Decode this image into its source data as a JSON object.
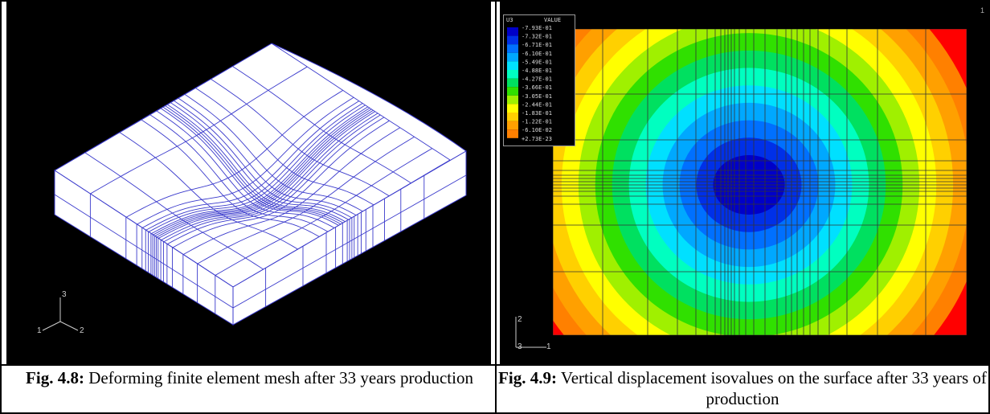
{
  "left_panel": {
    "axes": {
      "axis_1": "1",
      "axis_2": "2",
      "axis_3": "3"
    }
  },
  "right_panel": {
    "frame_number": "1",
    "axes": {
      "axis_1": "1",
      "axis_2": "2",
      "axis_3": "3"
    },
    "legend": {
      "variable": "U3",
      "header": "VALUE",
      "entries": [
        {
          "value": "-7.93E-01",
          "color": "#0000c8"
        },
        {
          "value": "-7.32E-01",
          "color": "#0030e8"
        },
        {
          "value": "-6.71E-01",
          "color": "#0070ff"
        },
        {
          "value": "-6.10E-01",
          "color": "#00a8ff"
        },
        {
          "value": "-5.49E-01",
          "color": "#00e0ff"
        },
        {
          "value": "-4.88E-01",
          "color": "#00ffc0"
        },
        {
          "value": "-4.27E-01",
          "color": "#00e060"
        },
        {
          "value": "-3.66E-01",
          "color": "#30e000"
        },
        {
          "value": "-3.05E-01",
          "color": "#a0f000"
        },
        {
          "value": "-2.44E-01",
          "color": "#ffff00"
        },
        {
          "value": "-1.83E-01",
          "color": "#ffd000"
        },
        {
          "value": "-1.22E-01",
          "color": "#ffa000"
        },
        {
          "value": "-6.10E-02",
          "color": "#ff8000"
        },
        {
          "value": "+2.73E-23",
          "color": "#ff0000"
        }
      ]
    }
  },
  "captions": {
    "left_label": "Fig. 4.8:",
    "left_text": " Deforming finite element mesh after 33 years production",
    "right_label": "Fig. 4.9:",
    "right_text": " Vertical displacement isovalues on the surface after 33 years of production"
  }
}
